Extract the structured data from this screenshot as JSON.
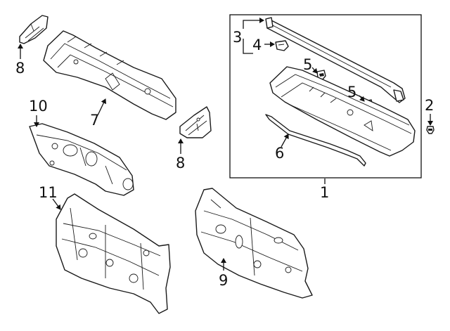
{
  "callouts": {
    "c1": "1",
    "c2": "2",
    "c3": "3",
    "c4": "4",
    "c5a": "5",
    "c5b": "5",
    "c6": "6",
    "c7": "7",
    "c8a": "8",
    "c8b": "8",
    "c9": "9",
    "c10": "10",
    "c11": "11"
  },
  "icons": {
    "arrow": "arrow-head-icon"
  },
  "colors": {
    "line": "#1a1a1a",
    "background": "#ffffff"
  }
}
